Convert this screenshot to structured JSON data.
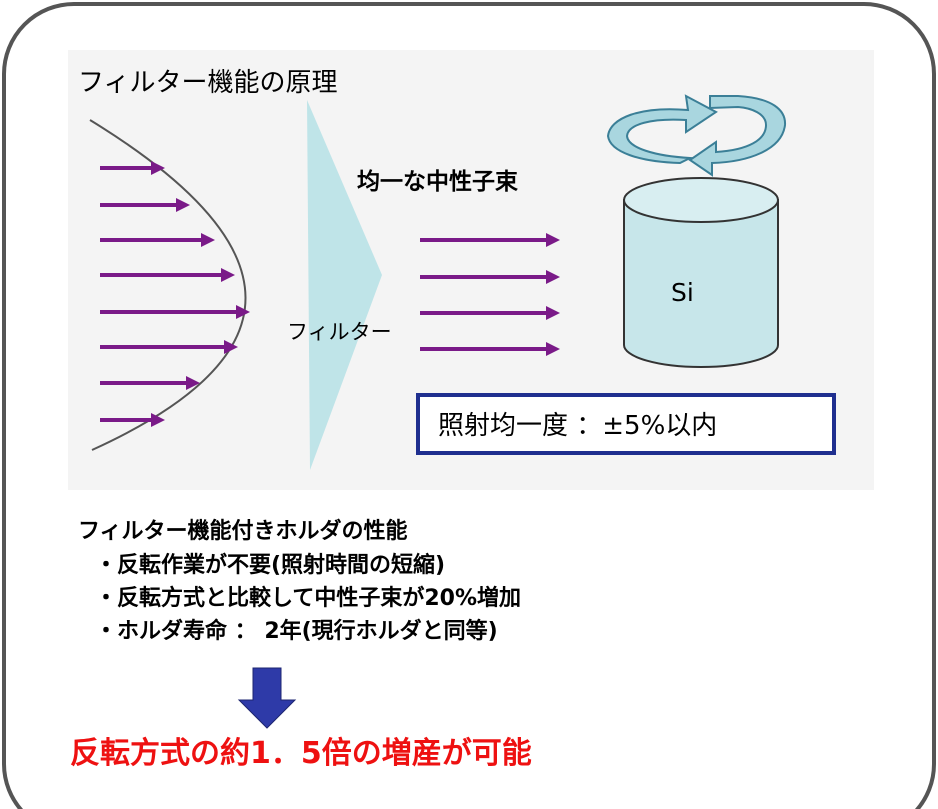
{
  "diagram": {
    "title": "フィルター機能の原理",
    "beam_label": "均一な中性子束",
    "filter_label": "フィルター",
    "target_label": "Si",
    "uniformity": "照射均一度 ：±5%以内",
    "incoming_arrow_count": 8,
    "outgoing_arrow_count": 4
  },
  "performance": {
    "title": "フィルター機能付きホルダの性能",
    "items": [
      "・反転作業が不要(照射時間の短縮)",
      "・反転方式と比較して中性子束が20%増加",
      "・ホルダ寿命 ： 2年(現行ホルダと同等)"
    ]
  },
  "conclusion": "反転方式の約1．5倍の増産が可能",
  "colors": {
    "arrow_purple": "#7a1a88",
    "filter_fill": "#bfe4e8",
    "cylinder_fill": "#c7e6ea",
    "rotation_fill": "#a9d6df",
    "box_border": "#1f2f8f",
    "down_arrow": "#2e3aa8",
    "conclusion_red": "#ee1111"
  }
}
